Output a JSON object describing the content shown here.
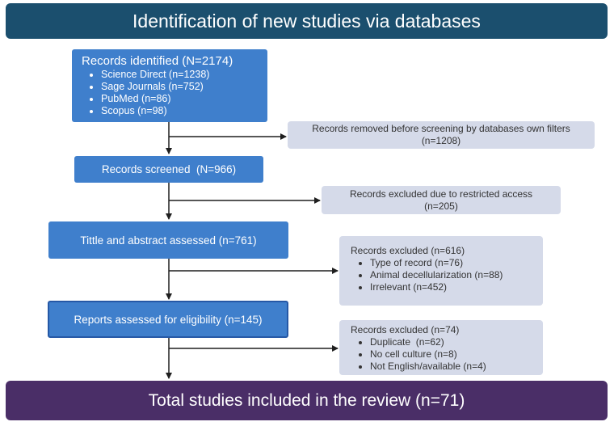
{
  "header": {
    "title": "Identification of new studies via databases"
  },
  "identified": {
    "title": "Records identified (N=2174)",
    "sources": [
      "Science Direct (n=1238)",
      "Sage Journals (n=752)",
      "PubMed (n=86)",
      "Scopus (n=98)"
    ]
  },
  "removed": {
    "text": "Records removed before screening by databases own filters (n=1208)"
  },
  "screened": {
    "text": "Records screened  (N=966)"
  },
  "restricted": {
    "text": "Records excluded due to restricted access (n=205)"
  },
  "title_abstract": {
    "text": "Tittle and abstract assessed (n=761)"
  },
  "excluded_1": {
    "title": "Records excluded (n=616)",
    "items": [
      "Type of record (n=76)",
      "Animal decellularization (n=88)",
      "Irrelevant (n=452)"
    ]
  },
  "eligibility": {
    "text": "Reports assessed for eligibility (n=145)"
  },
  "excluded_2": {
    "title": "Records excluded (n=74)",
    "items": [
      "Duplicate  (n=62)",
      "No cell culture (n=8)",
      "Not English/available (n=4)"
    ]
  },
  "footer": {
    "title": "Total studies included in the review (n=71)"
  },
  "colors": {
    "header_bg": "#1b4f6e",
    "footer_bg": "#4a2e67",
    "main_box": "#3f7fcc",
    "side_box": "#d5dae9",
    "arrow": "#1f1f1f"
  }
}
